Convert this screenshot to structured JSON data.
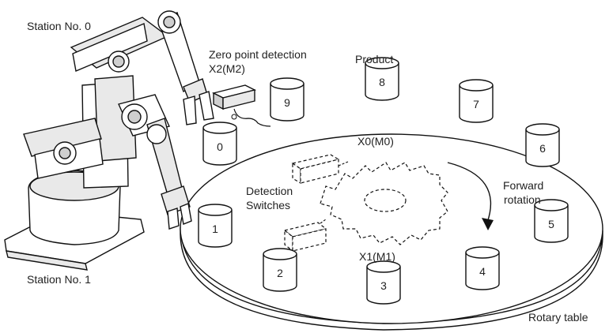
{
  "labels": {
    "station0": "Station No. 0",
    "station1": "Station No. 1",
    "zero_point_line1": "Zero point detection",
    "zero_point_line2": "X2(M2)",
    "product": "Product",
    "x0": "X0(M0)",
    "x1": "X1(M1)",
    "detection_line1": "Detection",
    "detection_line2": "Switches",
    "forward_line1": "Forward",
    "forward_line2": "rotation",
    "rotary_table": "Rotary table"
  },
  "products": [
    "0",
    "1",
    "2",
    "3",
    "4",
    "5",
    "6",
    "7",
    "8",
    "9"
  ]
}
